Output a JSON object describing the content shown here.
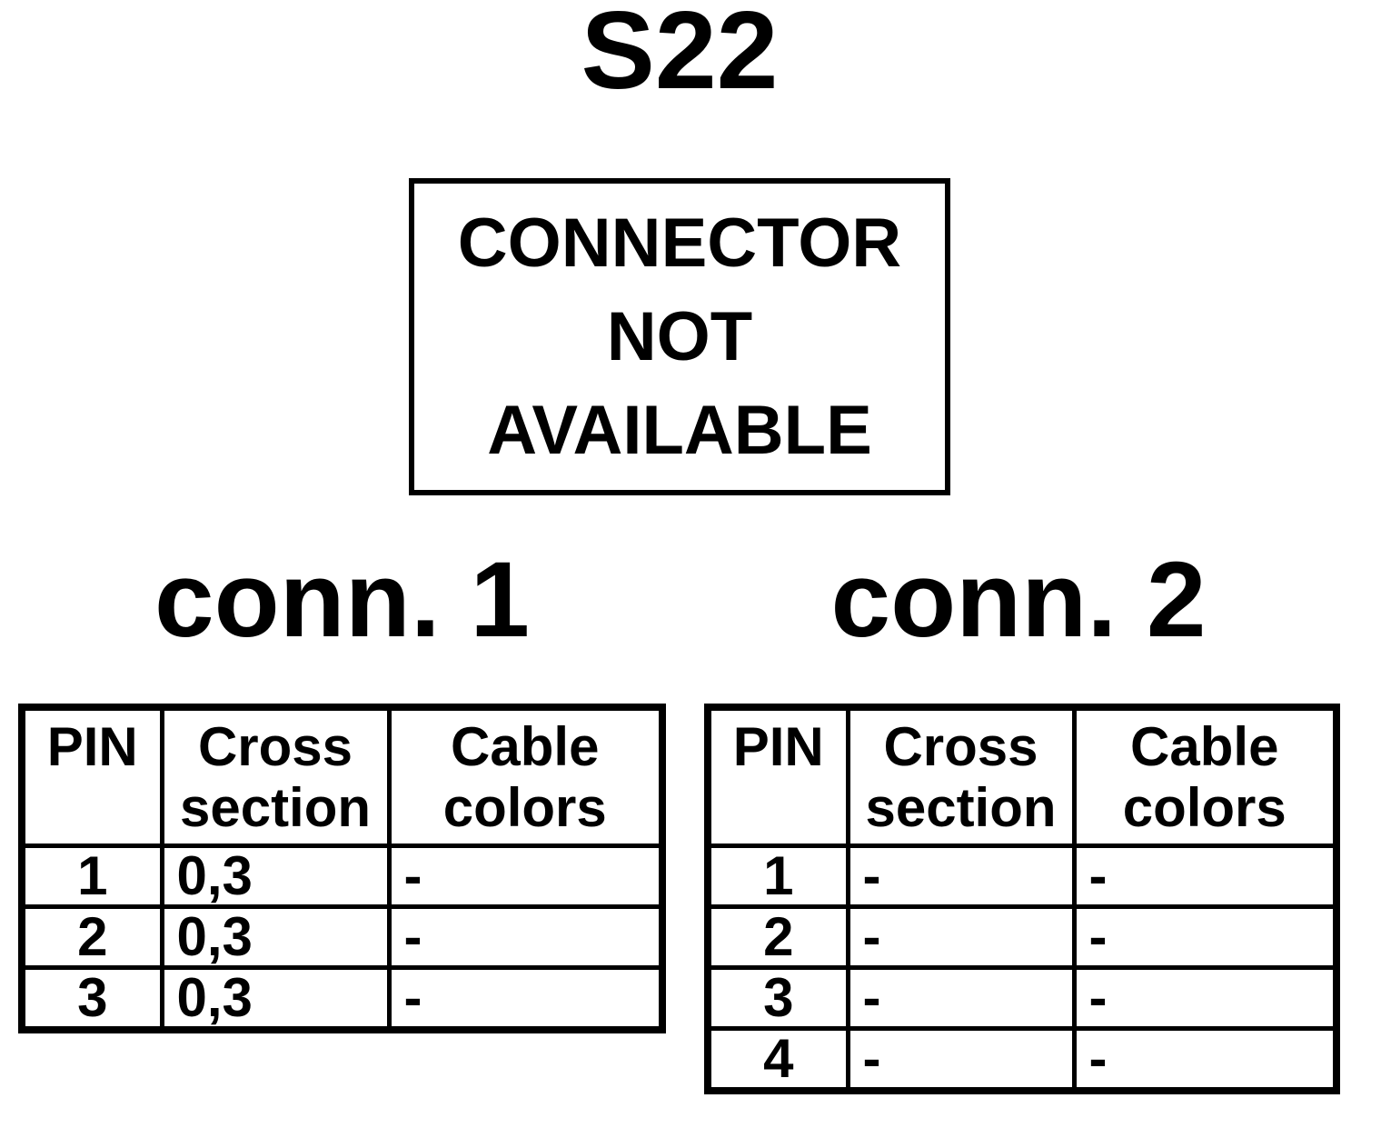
{
  "page": {
    "title": "S22",
    "notice_lines": [
      "CONNECTOR",
      "NOT",
      "AVAILABLE"
    ]
  },
  "connectors": [
    {
      "label": "conn. 1",
      "headers": [
        "PIN",
        "Cross section",
        "Cable colors"
      ],
      "rows": [
        [
          "1",
          "0,3",
          "-"
        ],
        [
          "2",
          "0,3",
          "-"
        ],
        [
          "3",
          "0,3",
          "-"
        ]
      ]
    },
    {
      "label": "conn. 2",
      "headers": [
        "PIN",
        "Cross section",
        "Cable colors"
      ],
      "rows": [
        [
          "1",
          "-",
          "-"
        ],
        [
          "2",
          "-",
          "-"
        ],
        [
          "3",
          "-",
          "-"
        ],
        [
          "4",
          "-",
          "-"
        ]
      ]
    }
  ],
  "colors": {
    "ink": "#000000",
    "background": "#ffffff"
  }
}
